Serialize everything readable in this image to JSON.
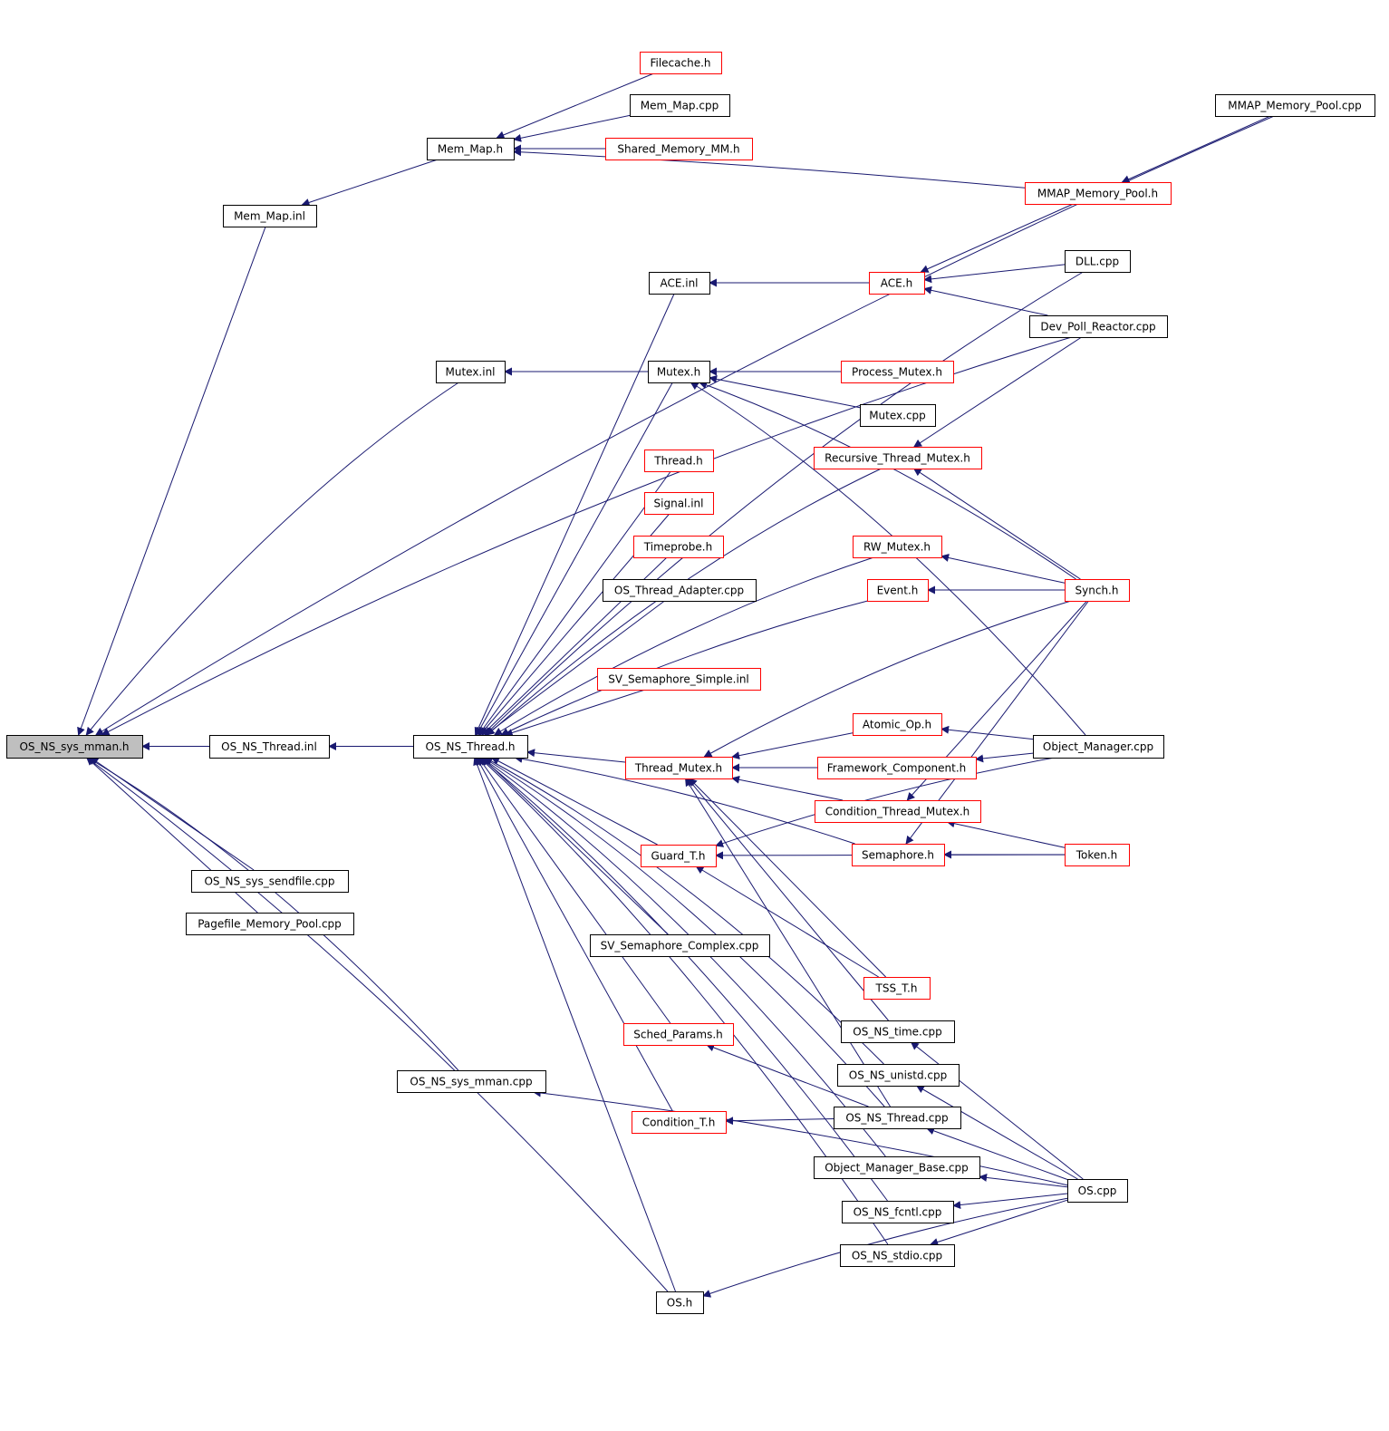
{
  "graph": {
    "root": "OS_NS_sys_mman.h",
    "nodes": [
      {
        "id": "n0",
        "label": "OS_NS_sys_mman.h",
        "style": "root"
      },
      {
        "id": "n1",
        "label": "Mem_Map.inl",
        "style": "black"
      },
      {
        "id": "n2",
        "label": "Mem_Map.h",
        "style": "black"
      },
      {
        "id": "n3",
        "label": "Filecache.h",
        "style": "red"
      },
      {
        "id": "n4",
        "label": "Mem_Map.cpp",
        "style": "black"
      },
      {
        "id": "n5",
        "label": "Shared_Memory_MM.h",
        "style": "red"
      },
      {
        "id": "n6",
        "label": "MMAP_Memory_Pool.cpp",
        "style": "black"
      },
      {
        "id": "n7",
        "label": "MMAP_Memory_Pool.h",
        "style": "red"
      },
      {
        "id": "n8",
        "label": "DLL.cpp",
        "style": "black"
      },
      {
        "id": "n9",
        "label": "ACE.inl",
        "style": "black"
      },
      {
        "id": "n10",
        "label": "ACE.h",
        "style": "red"
      },
      {
        "id": "n11",
        "label": "Dev_Poll_Reactor.cpp",
        "style": "black"
      },
      {
        "id": "n12",
        "label": "Mutex.inl",
        "style": "black"
      },
      {
        "id": "n13",
        "label": "Mutex.h",
        "style": "black"
      },
      {
        "id": "n14",
        "label": "Process_Mutex.h",
        "style": "red"
      },
      {
        "id": "n15",
        "label": "Mutex.cpp",
        "style": "black"
      },
      {
        "id": "n16",
        "label": "Recursive_Thread_Mutex.h",
        "style": "red"
      },
      {
        "id": "n17",
        "label": "Thread.h",
        "style": "red"
      },
      {
        "id": "n18",
        "label": "Signal.inl",
        "style": "red"
      },
      {
        "id": "n19",
        "label": "Timeprobe.h",
        "style": "red"
      },
      {
        "id": "n20",
        "label": "OS_Thread_Adapter.cpp",
        "style": "black"
      },
      {
        "id": "n21",
        "label": "RW_Mutex.h",
        "style": "red"
      },
      {
        "id": "n22",
        "label": "Event.h",
        "style": "red"
      },
      {
        "id": "n23",
        "label": "Synch.h",
        "style": "red"
      },
      {
        "id": "n24",
        "label": "SV_Semaphore_Simple.inl",
        "style": "red"
      },
      {
        "id": "n25",
        "label": "Atomic_Op.h",
        "style": "red"
      },
      {
        "id": "n26",
        "label": "Object_Manager.cpp",
        "style": "black"
      },
      {
        "id": "n27",
        "label": "OS_NS_Thread.inl",
        "style": "black"
      },
      {
        "id": "n28",
        "label": "OS_NS_Thread.h",
        "style": "black"
      },
      {
        "id": "n29",
        "label": "Thread_Mutex.h",
        "style": "red"
      },
      {
        "id": "n30",
        "label": "Framework_Component.h",
        "style": "red"
      },
      {
        "id": "n31",
        "label": "Condition_Thread_Mutex.h",
        "style": "red"
      },
      {
        "id": "n32",
        "label": "Semaphore.h",
        "style": "red"
      },
      {
        "id": "n33",
        "label": "Token.h",
        "style": "red"
      },
      {
        "id": "n34",
        "label": "Guard_T.h",
        "style": "red"
      },
      {
        "id": "n35",
        "label": "OS_NS_sys_sendfile.cpp",
        "style": "black"
      },
      {
        "id": "n36",
        "label": "Pagefile_Memory_Pool.cpp",
        "style": "black"
      },
      {
        "id": "n37",
        "label": "SV_Semaphore_Complex.cpp",
        "style": "black"
      },
      {
        "id": "n38",
        "label": "TSS_T.h",
        "style": "red"
      },
      {
        "id": "n39",
        "label": "OS_NS_time.cpp",
        "style": "black"
      },
      {
        "id": "n40",
        "label": "Sched_Params.h",
        "style": "red"
      },
      {
        "id": "n41",
        "label": "OS_NS_unistd.cpp",
        "style": "black"
      },
      {
        "id": "n42",
        "label": "OS_NS_sys_mman.cpp",
        "style": "black"
      },
      {
        "id": "n43",
        "label": "OS_NS_Thread.cpp",
        "style": "black"
      },
      {
        "id": "n44",
        "label": "Condition_T.h",
        "style": "red"
      },
      {
        "id": "n45",
        "label": "Object_Manager_Base.cpp",
        "style": "black"
      },
      {
        "id": "n46",
        "label": "OS.cpp",
        "style": "black"
      },
      {
        "id": "n47",
        "label": "OS_NS_fcntl.cpp",
        "style": "black"
      },
      {
        "id": "n48",
        "label": "OS_NS_stdio.cpp",
        "style": "black"
      },
      {
        "id": "n49",
        "label": "OS.h",
        "style": "black"
      }
    ],
    "edges": [
      [
        "n1",
        "n0"
      ],
      [
        "n6",
        "n0"
      ],
      [
        "n11",
        "n0"
      ],
      [
        "n12",
        "n0"
      ],
      [
        "n27",
        "n0"
      ],
      [
        "n35",
        "n0"
      ],
      [
        "n36",
        "n0"
      ],
      [
        "n42",
        "n0"
      ],
      [
        "n49",
        "n0"
      ],
      [
        "n2",
        "n1"
      ],
      [
        "n3",
        "n2"
      ],
      [
        "n4",
        "n2"
      ],
      [
        "n5",
        "n2"
      ],
      [
        "n7",
        "n2"
      ],
      [
        "n6",
        "n7"
      ],
      [
        "n7",
        "n10"
      ],
      [
        "n8",
        "n10"
      ],
      [
        "n11",
        "n10"
      ],
      [
        "n10",
        "n9"
      ],
      [
        "n9",
        "n28"
      ],
      [
        "n8",
        "n28"
      ],
      [
        "n13",
        "n12"
      ],
      [
        "n14",
        "n13"
      ],
      [
        "n15",
        "n13"
      ],
      [
        "n23",
        "n13"
      ],
      [
        "n26",
        "n13"
      ],
      [
        "n13",
        "n28"
      ],
      [
        "n11",
        "n16"
      ],
      [
        "n23",
        "n16"
      ],
      [
        "n16",
        "n28"
      ],
      [
        "n17",
        "n28"
      ],
      [
        "n18",
        "n28"
      ],
      [
        "n19",
        "n28"
      ],
      [
        "n20",
        "n28"
      ],
      [
        "n21",
        "n28"
      ],
      [
        "n23",
        "n21"
      ],
      [
        "n22",
        "n28"
      ],
      [
        "n23",
        "n22"
      ],
      [
        "n24",
        "n28"
      ],
      [
        "n27",
        "n0"
      ],
      [
        "n28",
        "n27"
      ],
      [
        "n29",
        "n28"
      ],
      [
        "n25",
        "n29"
      ],
      [
        "n26",
        "n25"
      ],
      [
        "n30",
        "n29"
      ],
      [
        "n26",
        "n30"
      ],
      [
        "n31",
        "n29"
      ],
      [
        "n23",
        "n31"
      ],
      [
        "n33",
        "n31"
      ],
      [
        "n23",
        "n29"
      ],
      [
        "n43",
        "n29"
      ],
      [
        "n32",
        "n28"
      ],
      [
        "n33",
        "n32"
      ],
      [
        "n23",
        "n32"
      ],
      [
        "n34",
        "n28"
      ],
      [
        "n33",
        "n34"
      ],
      [
        "n38",
        "n34"
      ],
      [
        "n26",
        "n34"
      ],
      [
        "n37",
        "n28"
      ],
      [
        "n38",
        "n29"
      ],
      [
        "n39",
        "n29"
      ],
      [
        "n40",
        "n28"
      ],
      [
        "n43",
        "n40"
      ],
      [
        "n41",
        "n28"
      ],
      [
        "n43",
        "n28"
      ],
      [
        "n44",
        "n28"
      ],
      [
        "n43",
        "n44"
      ],
      [
        "n45",
        "n28"
      ],
      [
        "n46",
        "n45"
      ],
      [
        "n47",
        "n28"
      ],
      [
        "n46",
        "n47"
      ],
      [
        "n48",
        "n28"
      ],
      [
        "n46",
        "n48"
      ],
      [
        "n49",
        "n28"
      ],
      [
        "n46",
        "n49"
      ],
      [
        "n46",
        "n39"
      ],
      [
        "n46",
        "n41"
      ],
      [
        "n46",
        "n43"
      ],
      [
        "n46",
        "n42"
      ]
    ]
  }
}
